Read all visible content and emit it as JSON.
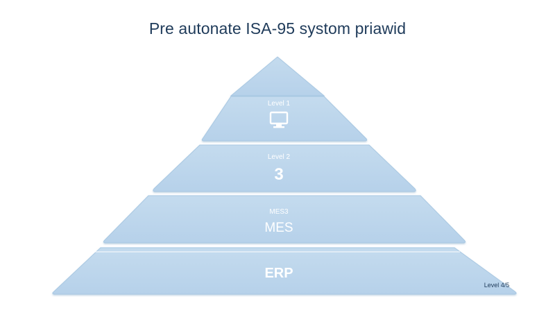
{
  "title": "Pre autonate ISA-95 systom priawid",
  "colors": {
    "fill": "#bcd6ec",
    "edge": "#9ec0de",
    "divider": "#ffffff",
    "title": "#1f3b5a"
  },
  "levels": [
    {
      "name": "apex"
    },
    {
      "name": "level-1",
      "caption": "Level 1",
      "icon": "monitor-icon"
    },
    {
      "name": "level-2",
      "caption": "Level 2",
      "main": "3"
    },
    {
      "name": "mes",
      "caption": "MES3",
      "main": "MES"
    },
    {
      "name": "erp",
      "main": "ERP",
      "corner": "Level 4/5"
    }
  ]
}
